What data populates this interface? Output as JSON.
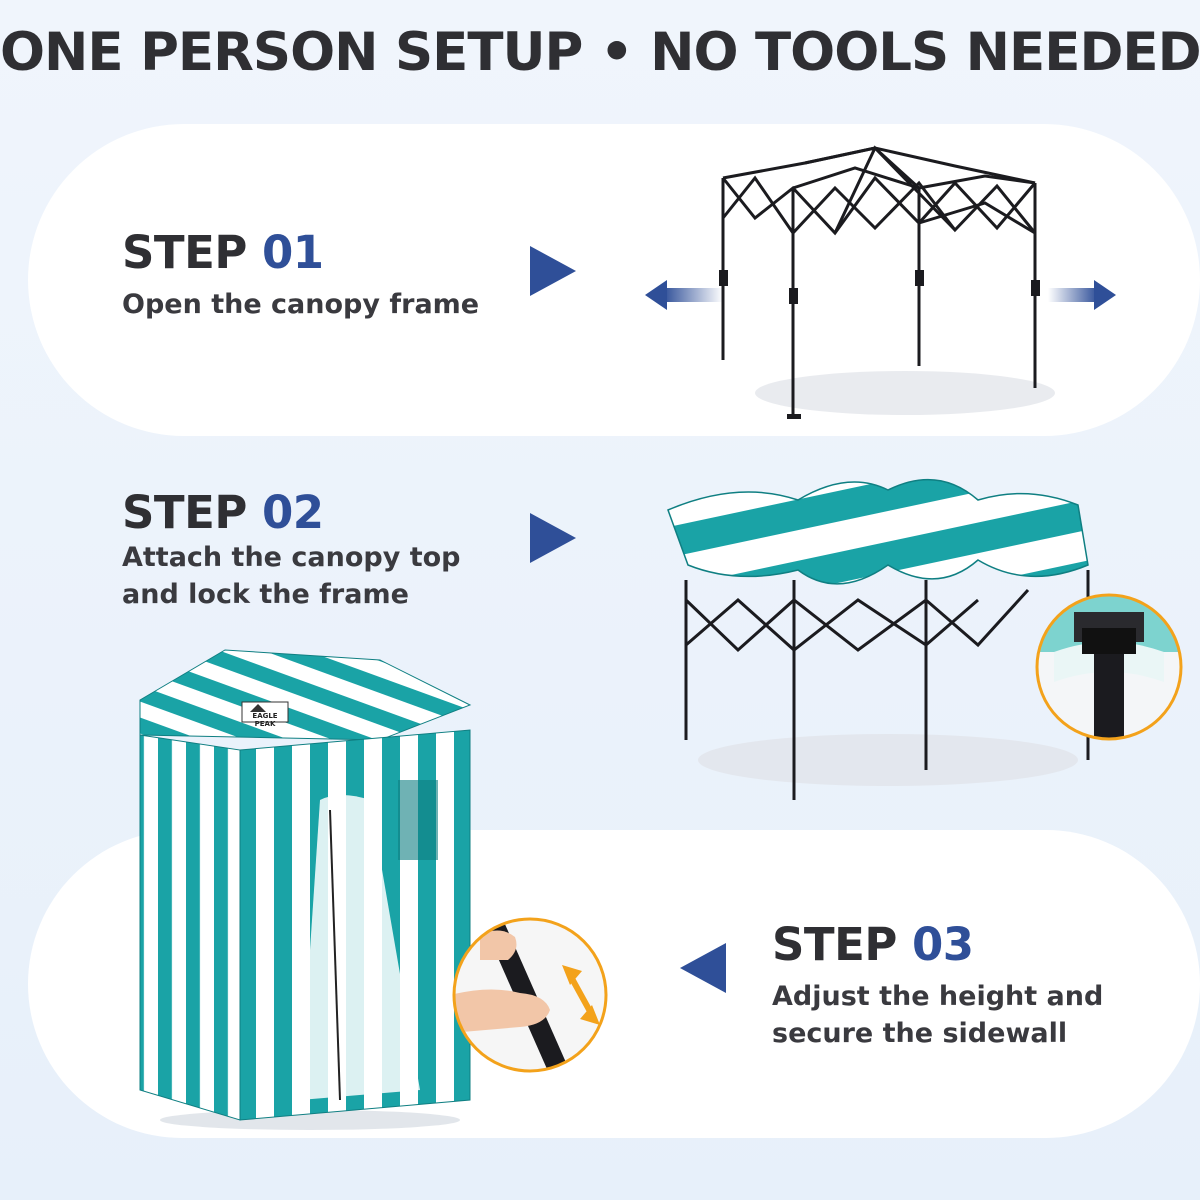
{
  "title": "ONE PERSON SETUP • NO TOOLS NEEDED",
  "steps": [
    {
      "label": "STEP",
      "number": "01",
      "lines": [
        "Open the canopy frame"
      ]
    },
    {
      "label": "STEP",
      "number": "02",
      "lines": [
        "Attach the canopy top",
        "and lock the frame"
      ]
    },
    {
      "label": "STEP",
      "number": "03",
      "lines": [
        "Adjust the height and",
        "secure the sidewall"
      ]
    }
  ],
  "brand_logo_text": "EAGLE PEAK",
  "colors": {
    "accent": "#2f4f98",
    "teal": "#1aa3a6",
    "text": "#2f2f33",
    "arrow_orange": "#f3a21b"
  },
  "icons": [
    "arrow-left-icon",
    "arrow-right-icon",
    "play-right-icon",
    "play-left-icon",
    "double-arrow-icon"
  ]
}
